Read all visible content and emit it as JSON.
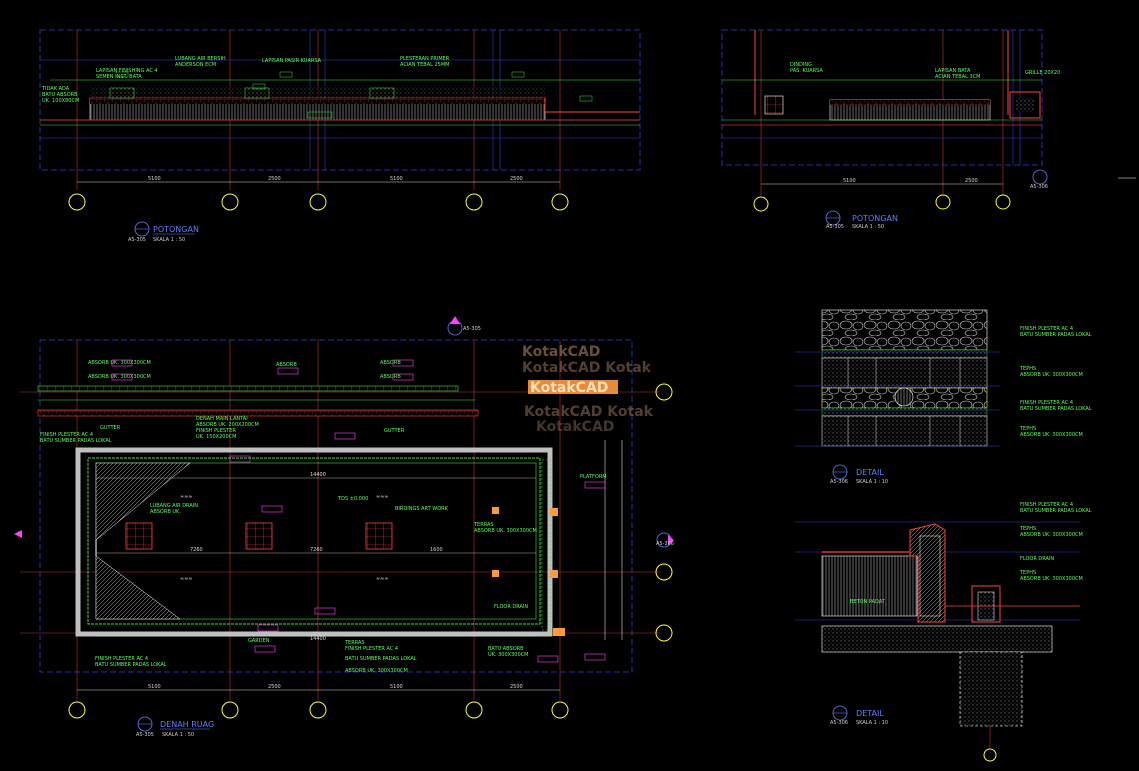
{
  "drawing": {
    "background": "#000000",
    "colors": {
      "dash_blue": "#2f3fd8",
      "grid_red": "#c83232",
      "green": "#35e835",
      "yellow": "#ffff33",
      "white": "#ffffff",
      "magenta": "#ff40ff",
      "orange": "#ff9a3c"
    }
  },
  "sections": {
    "sec1": {
      "caption": "POTONGAN",
      "ref": "A5-305",
      "scale": "SKALA 1 : 50",
      "bottom_dims": [
        "5100",
        "2500",
        "5100",
        "2500"
      ]
    },
    "sec2": {
      "caption": "POTONGAN",
      "ref": "A5-305",
      "scale": "SKALA 1 : 50",
      "bottom_dims": [
        "5100",
        "2500"
      ],
      "section_tag": "A5-306"
    },
    "plan": {
      "caption": "DENAH RUAG",
      "ref": "A5-305",
      "scale": "SKALA 1 : 50",
      "bottom_dims": [
        "5100",
        "2500",
        "5100",
        "2500"
      ],
      "dim_a": "14400",
      "dim_b": "14400",
      "dim_c": "7260",
      "dim_d": "7260",
      "dim_e": "1600",
      "top_tag": "A5-305",
      "left_tag": "A5-306"
    },
    "detail1": {
      "caption": "DETAIL",
      "ref": "A5-306",
      "scale": "SKALA 1 : 10"
    },
    "detail2": {
      "caption": "DETAIL",
      "ref": "A5-306",
      "scale": "SKALA 1 : 10"
    }
  },
  "watermark": {
    "line1": "KotakCAD",
    "line2": "KotakCAD Kotak",
    "line3": "KotakCAD",
    "line4": "KotakCAD Kotak",
    "line5": "KotakCAD"
  }
}
